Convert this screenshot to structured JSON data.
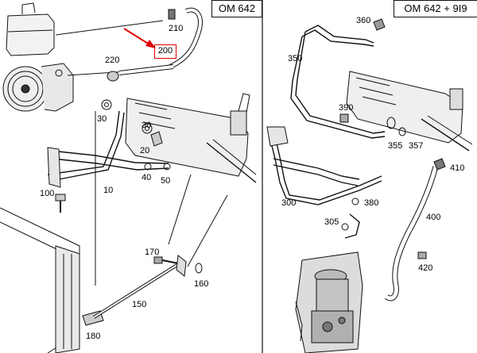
{
  "panels": {
    "left": {
      "title": "OM 642"
    },
    "right": {
      "title": "OM 642 + 9I9"
    }
  },
  "callouts": {
    "left": [
      "210",
      "200",
      "220",
      "30",
      "20",
      "30",
      "40",
      "50",
      "10",
      "100",
      "170",
      "160",
      "150",
      "180"
    ],
    "right": [
      "360",
      "350",
      "390",
      "355",
      "357",
      "410",
      "300",
      "380",
      "305",
      "400",
      "420"
    ]
  },
  "highlight": {
    "part": "200",
    "color": "#e00000"
  }
}
